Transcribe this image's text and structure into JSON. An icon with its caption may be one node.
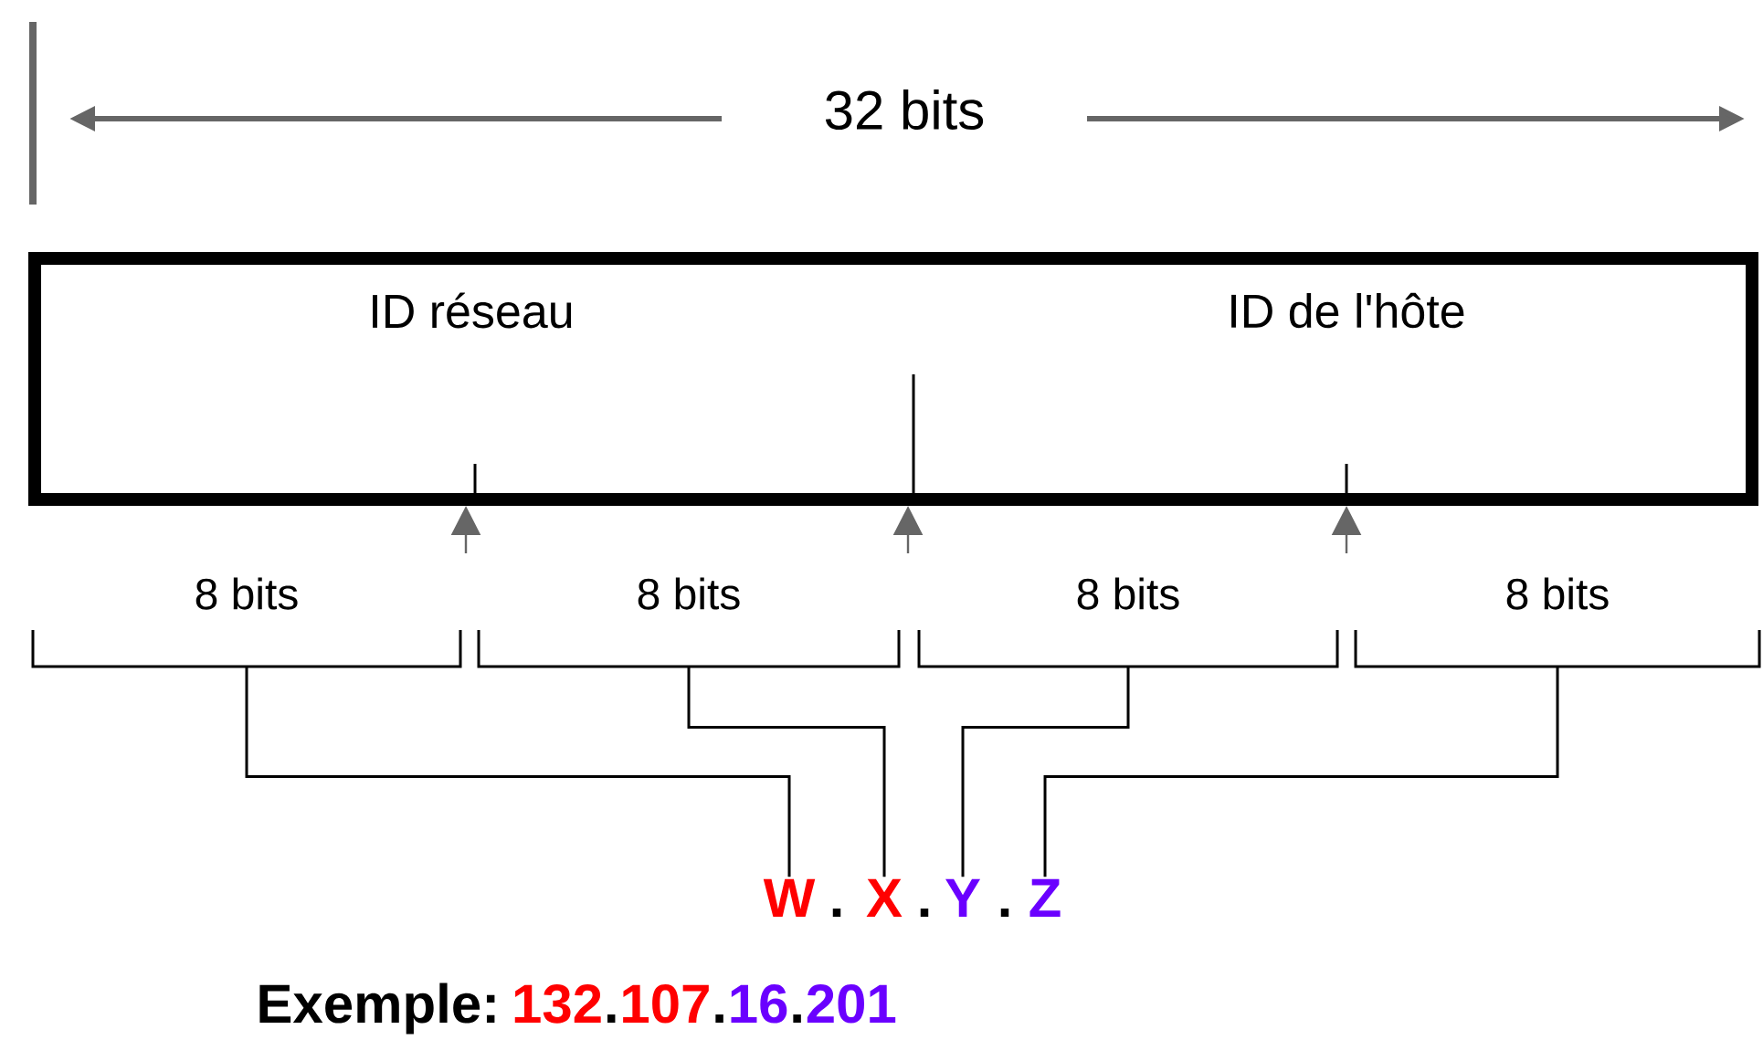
{
  "diagram": {
    "nodes": [
      {
        "text": [
          "ID réseau",
          "ID de l'hôte"
        ]
      },
      {
        "text": [
          "8 bits"
        ]
      },
      {
        "text": [
          "8 bits"
        ]
      },
      {
        "text": [
          "8 bits"
        ]
      },
      {
        "text": [
          "8 bits"
        ]
      },
      {
        "text": [
          "W"
        ]
      },
      {
        "text": [
          "X"
        ]
      },
      {
        "text": [
          "Y"
        ]
      },
      {
        "text": [
          "Z"
        ]
      }
    ],
    "edges": [
      {
        "from": 1,
        "to": 5,
        "arrow": "none"
      },
      {
        "from": 2,
        "to": 6,
        "arrow": "none"
      },
      {
        "from": 3,
        "to": 7,
        "arrow": "none"
      },
      {
        "from": 4,
        "to": 8,
        "arrow": "none"
      },
      {
        "from": null,
        "to": 0,
        "arrow": "to",
        "color": "#666666"
      },
      {
        "from": null,
        "to": 0,
        "arrow": "to",
        "color": "#666666"
      },
      {
        "from": null,
        "to": 0,
        "arrow": "to",
        "color": "#666666"
      }
    ],
    "labels": [
      "32 bits",
      ".",
      ".",
      ".",
      "Exemple:",
      "132",
      ".",
      "107",
      ".",
      "16",
      ".",
      "201"
    ]
  }
}
